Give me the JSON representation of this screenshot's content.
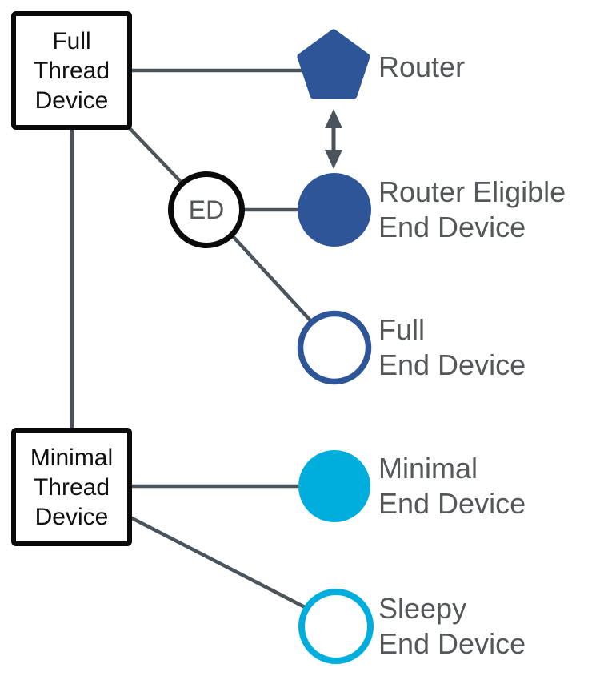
{
  "colors": {
    "primary_blue": "#2d5597",
    "cyan": "#00aedd",
    "line_gray": "#4b545b",
    "arrow_gray": "#4b545b",
    "label_gray": "#55585b",
    "box_border": "#0a0a0a"
  },
  "nodes": {
    "full_thread_device": {
      "line1": "Full",
      "line2": "Thread",
      "line3": "Device"
    },
    "minimal_thread_device": {
      "line1": "Minimal",
      "line2": "Thread",
      "line3": "Device"
    },
    "ed_badge": {
      "label": "ED"
    },
    "router": {
      "label": "Router"
    },
    "router_eligible_end_device": {
      "label_line1": "Router Eligible",
      "label_line2": "End Device"
    },
    "full_end_device": {
      "label_line1": "Full",
      "label_line2": "End Device"
    },
    "minimal_end_device": {
      "label_line1": "Minimal",
      "label_line2": "End Device"
    },
    "sleepy_end_device": {
      "label_line1": "Sleepy",
      "label_line2": "End Device"
    }
  }
}
